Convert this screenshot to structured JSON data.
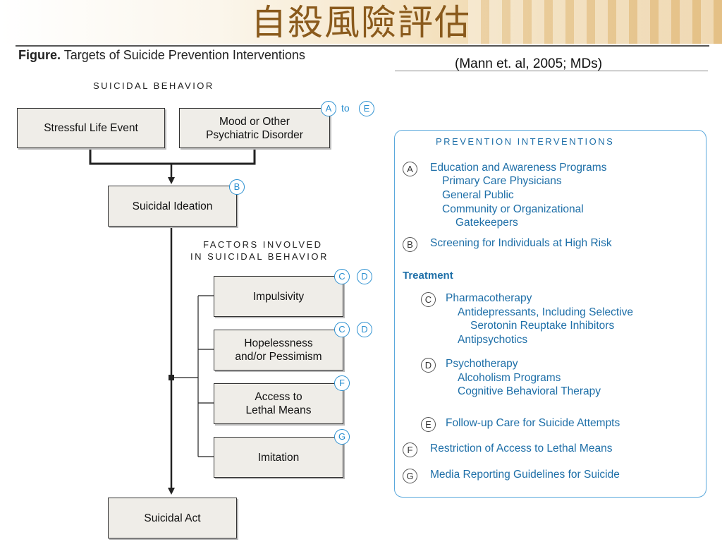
{
  "slide": {
    "title": "自殺風險評估",
    "citation": "(Mann et. al, 2005; MDs)"
  },
  "figure": {
    "label": "Figure.",
    "caption": "Targets of Suicide Prevention Interventions"
  },
  "diagram": {
    "suicidal_behavior_heading": "SUICIDAL BEHAVIOR",
    "factors_heading_line1": "FACTORS INVOLVED",
    "factors_heading_line2": "IN SUICIDAL BEHAVIOR",
    "stressful": "Stressful Life Event",
    "mood_line1": "Mood or Other",
    "mood_line2": "Psychiatric Disorder",
    "ideation": "Suicidal Ideation",
    "impulsivity": "Impulsivity",
    "hopeless_line1": "Hopelessness",
    "hopeless_line2": "and/or Pessimism",
    "access_line1": "Access to",
    "access_line2": "Lethal Means",
    "imitation": "Imitation",
    "act": "Suicidal Act",
    "tags": {
      "a": "A",
      "to": "to",
      "e": "E",
      "b": "B",
      "c": "C",
      "d": "D",
      "f": "F",
      "g": "G"
    }
  },
  "interventions": {
    "heading": "PREVENTION INTERVENTIONS",
    "a_label": "A",
    "a_title": "Education and Awareness Programs",
    "a_sub1": "Primary Care Physicians",
    "a_sub2": "General Public",
    "a_sub3": "Community or Organizational",
    "a_sub4": "Gatekeepers",
    "b_label": "B",
    "b_title": "Screening for Individuals at High Risk",
    "treatment": "Treatment",
    "c_label": "C",
    "c_title": "Pharmacotherapy",
    "c_sub1": "Antidepressants, Including Selective",
    "c_sub2": "Serotonin Reuptake Inhibitors",
    "c_sub3": "Antipsychotics",
    "d_label": "D",
    "d_title": "Psychotherapy",
    "d_sub1": "Alcoholism Programs",
    "d_sub2": "Cognitive Behavioral Therapy",
    "e_label": "E",
    "e_title": "Follow-up Care for Suicide Attempts",
    "f_label": "F",
    "f_title": "Restriction of Access to Lethal Means",
    "g_label": "G",
    "g_title": "Media Reporting Guidelines for Suicide"
  },
  "colors": {
    "accent_blue": "#2a8fd0",
    "text_blue": "#1e6fa8",
    "title_brown": "#8a5a1c"
  }
}
